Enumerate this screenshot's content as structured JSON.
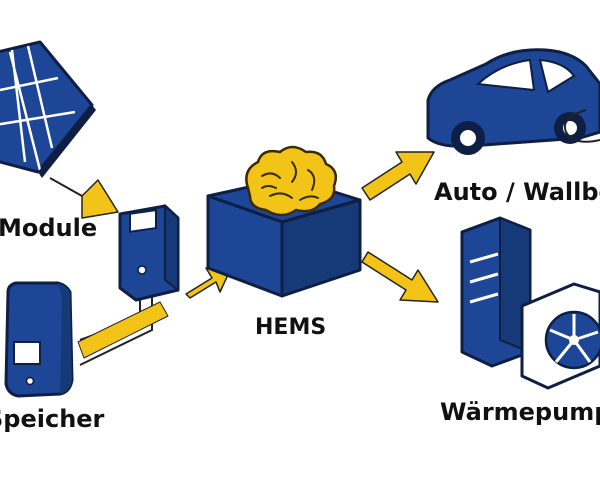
{
  "nodes": {
    "module": {
      "label": "Module"
    },
    "speicher": {
      "label": "Speicher"
    },
    "hems": {
      "label": "HEMS"
    },
    "auto": {
      "label": "Auto / Wallbox"
    },
    "waermepumpe": {
      "label": "Wärmepumpe"
    }
  },
  "colors": {
    "primary": "#1d4696",
    "outline": "#0e1e44",
    "accent": "#f2c417",
    "light": "#ffffff",
    "line": "#222222"
  },
  "icons": {
    "module": "solar-panel-icon",
    "inverter": "inverter-icon",
    "speicher": "battery-storage-icon",
    "hems": "brain-box-icon",
    "auto": "electric-car-icon",
    "waermepumpe": "heat-pump-icon"
  }
}
